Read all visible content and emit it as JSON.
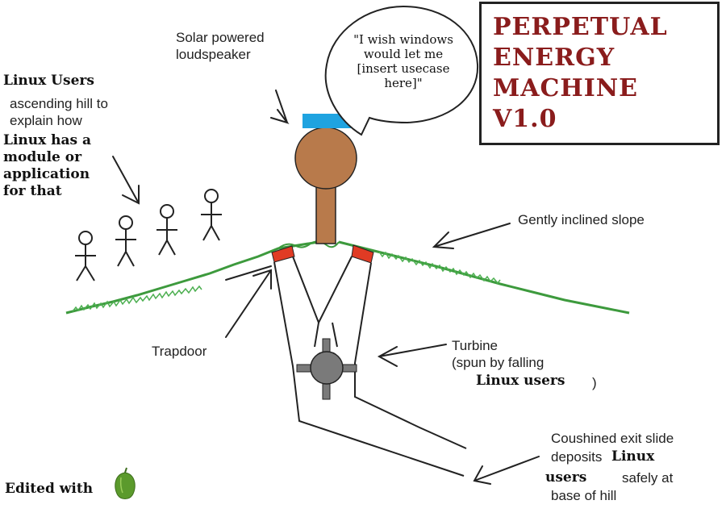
{
  "title": {
    "lines": [
      "PERPETUAL",
      "ENERGY",
      "MACHINE",
      "V1.0"
    ]
  },
  "speech_bubble": {
    "lines": [
      "\"I wish windows",
      "would let me",
      "[insert usecase",
      "here]\""
    ]
  },
  "labels": {
    "loudspeaker": [
      "Solar powered",
      "loudspeaker"
    ],
    "linux_users_heading": "Linux Users",
    "ascending": [
      "ascending hill to",
      "explain how"
    ],
    "linux_has": [
      "Linux has a",
      "module or",
      "application",
      "for that"
    ],
    "slope": "Gently inclined slope",
    "trapdoor": "Trapdoor",
    "turbine": [
      "Turbine",
      "(spun by falling"
    ],
    "turbine_users": "Linux users",
    "turbine_close": ")",
    "exit_slide_line1": "Coushined exit slide",
    "exit_deposits": "deposits",
    "exit_linux": "Linux",
    "exit_users": "users",
    "exit_safely": [
      "safely at",
      "base of hill"
    ]
  },
  "watermark": {
    "text": "Edited with",
    "icon": "green-pepper-icon"
  },
  "colors": {
    "title_red": "#8a1c1c",
    "head_brown": "#b87a4b",
    "speaker_blue": "#1fa3e0",
    "trapdoor_red": "#e03b24",
    "grass_green": "#3d9a3d",
    "turbine_grey": "#7a7a7a"
  }
}
